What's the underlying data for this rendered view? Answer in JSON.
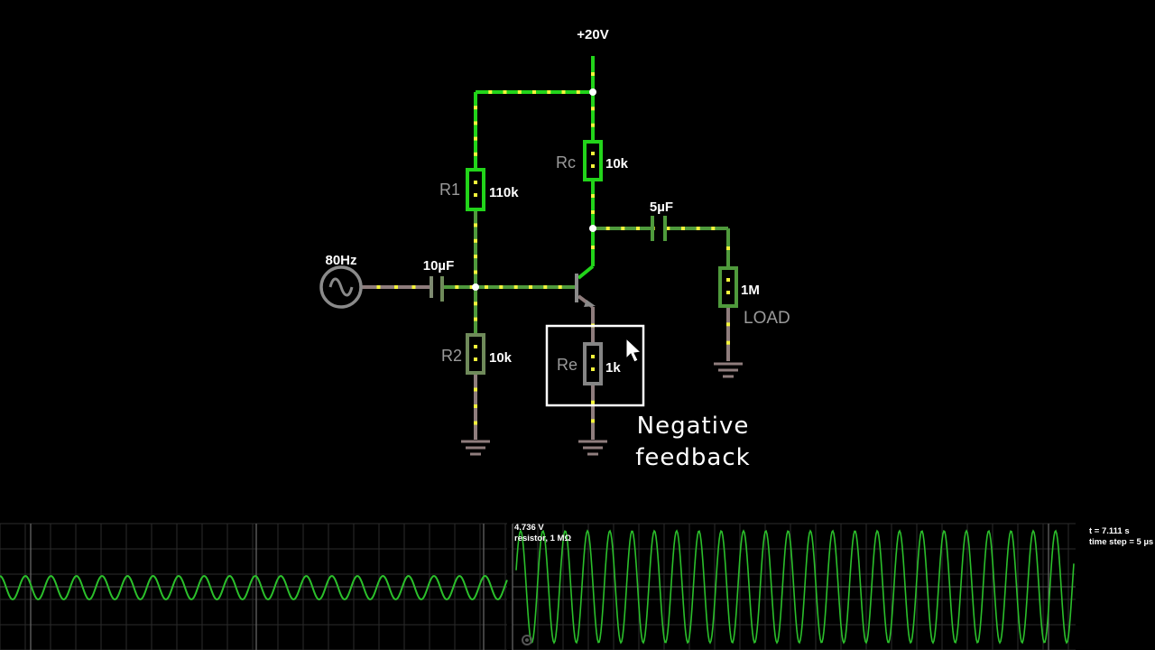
{
  "circuit": {
    "supply_label": "+20V",
    "source": {
      "freq_label": "80Hz"
    },
    "capacitors": {
      "input": "10µF",
      "output": "5µF"
    },
    "resistors": {
      "r1": {
        "name": "R1",
        "value": "110k"
      },
      "r2": {
        "name": "R2",
        "value": "10k"
      },
      "rc": {
        "name": "Rc",
        "value": "10k"
      },
      "re": {
        "name": "Re",
        "value": "1k"
      },
      "load": {
        "name": "LOAD",
        "value": "1M"
      }
    },
    "annotation": {
      "line1": "Negative",
      "line2": "feedback"
    }
  },
  "scope": {
    "voltage_readout": "4.736 V",
    "probe_label": "resistor, 1 MΩ",
    "time_readout": "t = 7.111 s",
    "timestep_readout": "time step = 5 µs"
  },
  "colors": {
    "wire_bright": "#22d41a",
    "wire_mid": "#4f9a3c",
    "wire_grey": "#8f7d7d",
    "current_dot": "#f5f53a",
    "trace": "#2bbf2b",
    "grid": "#2e2e2e"
  },
  "icons": {
    "source": "ac-source-icon",
    "ground": "ground-icon",
    "transistor": "npn-transistor-icon",
    "cursor": "mouse-pointer-icon",
    "gear": "gear-icon"
  }
}
